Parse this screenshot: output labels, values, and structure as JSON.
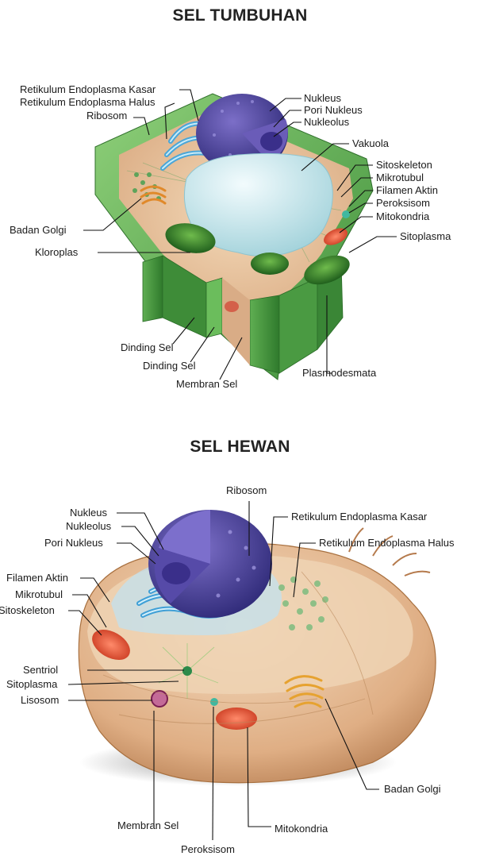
{
  "plant": {
    "title": "SEL TUMBUHAN",
    "labels": {
      "rer": "Retikulum Endoplasma Kasar",
      "ser": "Retikulum Endoplasma Halus",
      "ribosom": "Ribosom",
      "nukleus": "Nukleus",
      "pori": "Pori Nukleus",
      "nukleolus": "Nukleolus",
      "vakuola": "Vakuola",
      "sitoskeleton": "Sitoskeleton",
      "mikrotubul": "Mikrotubul",
      "filamen": "Filamen Aktin",
      "peroksisom": "Peroksisom",
      "mitokondria": "Mitokondria",
      "sitoplasma": "Sitoplasma",
      "golgi": "Badan Golgi",
      "kloroplas": "Kloroplas",
      "dinding1": "Dinding Sel",
      "dinding2": "Dinding Sel",
      "membran": "Membran Sel",
      "plasmodesmata": "Plasmodesmata"
    }
  },
  "animal": {
    "title": "SEL HEWAN",
    "labels": {
      "ribosom": "Ribosom",
      "rer": "Retikulum Endoplasma Kasar",
      "ser": "Retikulum Endoplasma Halus",
      "nukleus": "Nukleus",
      "nukleolus": "Nukleolus",
      "pori": "Pori Nukleus",
      "filamen": "Filamen Aktin",
      "mikrotubul": "Mikrotubul",
      "sitoskeleton": "Sitoskeleton",
      "sentriol": "Sentriol",
      "sitoplasma": "Sitoplasma",
      "lisosom": "Lisosom",
      "golgi": "Badan Golgi",
      "membran": "Membran Sel",
      "mitokondria": "Mitokondria",
      "peroksisom": "Peroksisom"
    }
  }
}
